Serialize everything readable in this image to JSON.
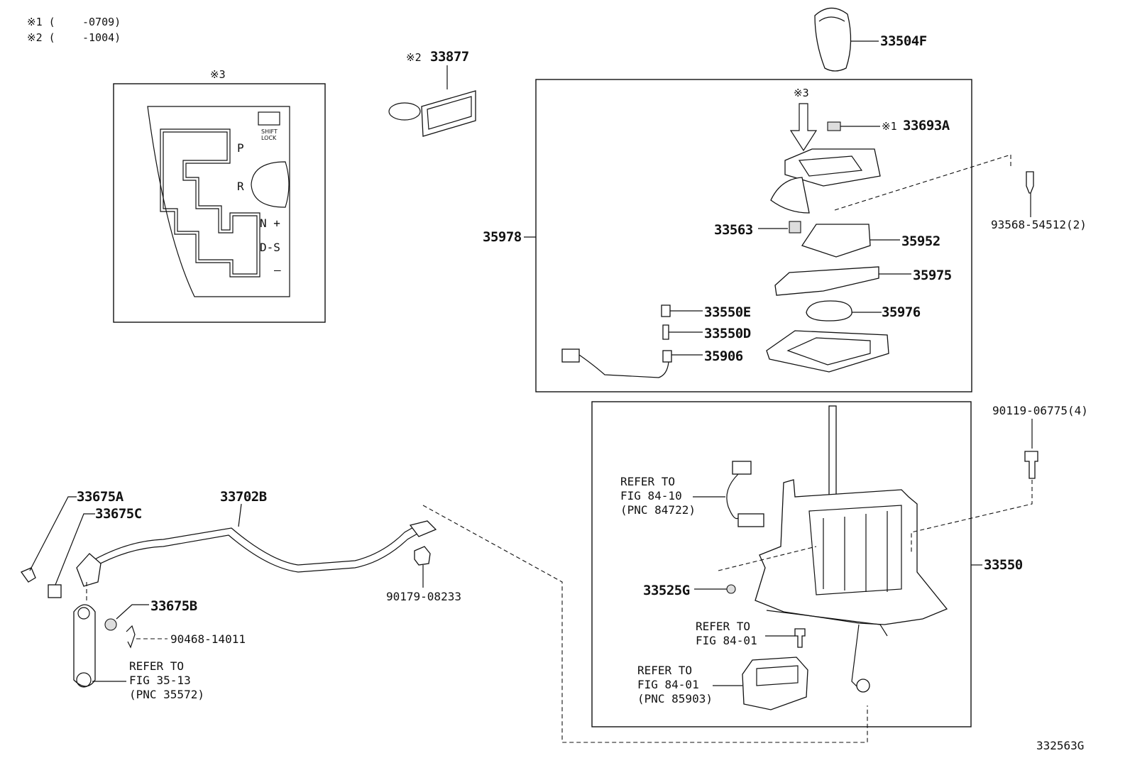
{
  "notes": [
    {
      "mark": "※1 (",
      "range": "-0709)"
    },
    {
      "mark": "※2 (",
      "range": "-1004)"
    }
  ],
  "callouts": {
    "c3_panel": "※3",
    "c3_arrow": "※3",
    "c2": "※2",
    "c1": "※1"
  },
  "gate_labels": {
    "p": "P",
    "r": "R",
    "n": "N +",
    "ds": "D-S",
    "minus": "–",
    "shift_lock_1": "SHIFT",
    "shift_lock_2": "LOCK"
  },
  "parts": {
    "p33877": "33877",
    "p33504F": "33504F",
    "p33693A": "33693A",
    "p93568": "93568-54512(2)",
    "p35978": "35978",
    "p33563": "33563",
    "p35952": "35952",
    "p35975": "35975",
    "p33550E": "33550E",
    "p35976": "35976",
    "p33550D": "33550D",
    "p35906": "35906",
    "p90119": "90119-06775(4)",
    "p33550": "33550",
    "p33525G": "33525G",
    "p33675A": "33675A",
    "p33675C": "33675C",
    "p33702B": "33702B",
    "p90179": "90179-08233",
    "p33675B": "33675B",
    "p90468": "90468-14011"
  },
  "refers": {
    "r84_10": [
      "REFER TO",
      "FIG 84-10",
      "(PNC 84722)"
    ],
    "r84_01a": [
      "REFER TO",
      "FIG 84-01"
    ],
    "r84_01b": [
      "REFER TO",
      "FIG 84-01",
      "(PNC 85903)"
    ],
    "r35_13": [
      "REFER TO",
      "FIG 35-13",
      "(PNC 35572)"
    ]
  },
  "figure_id": "332563G"
}
